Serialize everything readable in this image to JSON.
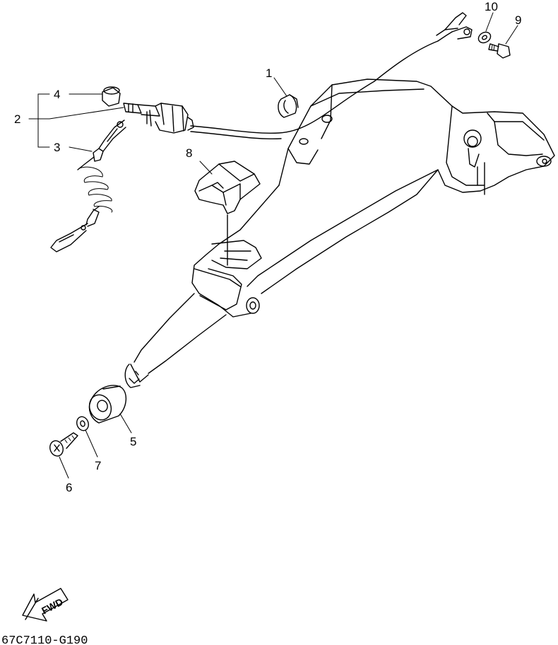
{
  "callouts": {
    "c1": "1",
    "c2": "2",
    "c3": "3",
    "c4": "4",
    "c5": "5",
    "c6": "6",
    "c7": "7",
    "c8": "8",
    "c9": "9",
    "c10": "10"
  },
  "fwd_label": "FWD",
  "diagram_code": "67C7110-G190"
}
